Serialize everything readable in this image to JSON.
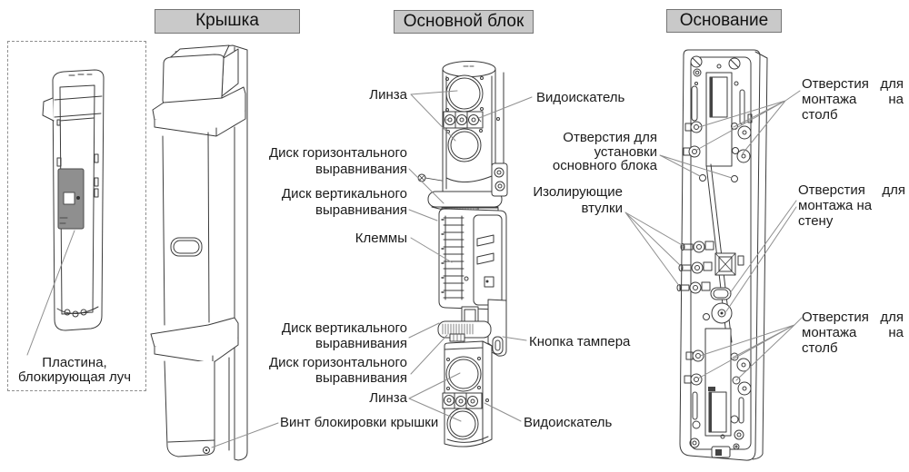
{
  "headers": {
    "cover": "Крышка",
    "main_unit": "Основной блок",
    "base": "Основание"
  },
  "cover_labels": {
    "beam_blocking_plate": [
      "Пластина,",
      "блокирующая луч"
    ],
    "cover_lock_screw": "Винт блокировки крышки"
  },
  "main_unit_labels": {
    "lens_top": "Линза",
    "viewfinder_top": "Видоискатель",
    "disk_horizontal_top": [
      "Диск горизонтального",
      "выравнивания"
    ],
    "disk_vertical_top": [
      "Диск вертикального",
      "выравнивания"
    ],
    "terminals": "Клеммы",
    "disk_vertical_bottom": [
      "Диск вертикального",
      "выравнивания"
    ],
    "disk_horizontal_bottom": [
      "Диск горизонтального",
      "выравнивания"
    ],
    "lens_bottom": "Линза",
    "tamper_button": "Кнопка тампера",
    "viewfinder_bottom": "Видоискатель"
  },
  "base_labels": {
    "holes_pole_top": [
      "Отверстия для",
      "монтажа на",
      "столб"
    ],
    "holes_main_unit_mount": [
      "Отверстия для",
      "установки",
      "основного блока"
    ],
    "insulating_bushings": [
      "Изолирующие",
      "втулки"
    ],
    "holes_wall": [
      "Отверстия для",
      "монтажа на стену"
    ],
    "holes_pole_bottom": [
      "Отверстия для",
      "монтажа на",
      "столб"
    ]
  },
  "colors": {
    "header_bg": "#c9c9c9",
    "header_border": "#757575",
    "drawing_line": "#3b3b3b",
    "leader_line": "#8f8f8f",
    "plate_fill": "#8f8f8f"
  }
}
